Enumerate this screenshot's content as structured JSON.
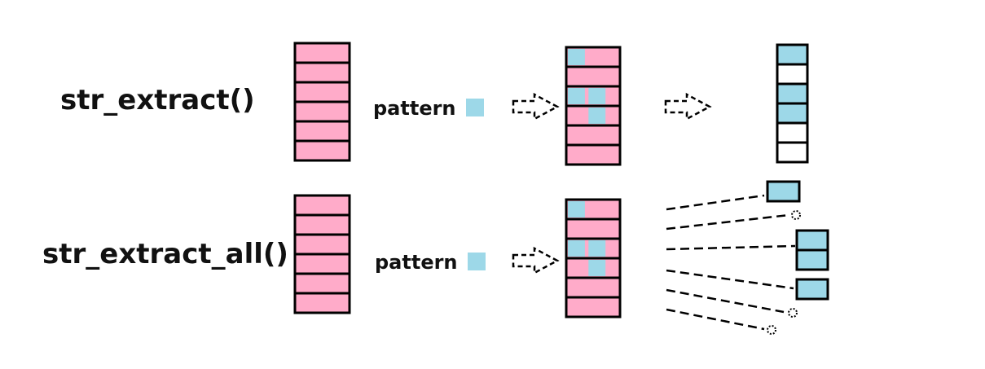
{
  "colors": {
    "string_cell": "#ffabc9",
    "match_cell": "#9dd8e8",
    "empty_cell": "#ffffff",
    "outline": "#000000"
  },
  "icons": {
    "transform_arrow": "dashed-right-arrow-icon",
    "pattern_swatch": "square-swatch-icon",
    "no_match_marker": "dotted-circle-icon"
  },
  "rows": [
    {
      "function_label": "str_extract()",
      "pattern_label": "pattern",
      "input_cells": 6,
      "match_positions": [
        [
          0,
          1
        ],
        [
          2,
          1,
          2
        ],
        [
          3,
          2
        ]
      ],
      "output_cells": [
        "match",
        "empty",
        "match",
        "match",
        "empty",
        "empty"
      ]
    },
    {
      "function_label": "str_extract_all()",
      "pattern_label": "pattern",
      "input_cells": 6,
      "match_positions": [
        [
          0,
          1
        ],
        [
          2,
          1,
          2
        ],
        [
          3,
          2
        ]
      ],
      "output_groups": [
        {
          "size": 1
        },
        {
          "size": 0
        },
        {
          "size": 2
        },
        {
          "size": 1
        },
        {
          "size": 0
        },
        {
          "size": 0
        }
      ]
    }
  ]
}
